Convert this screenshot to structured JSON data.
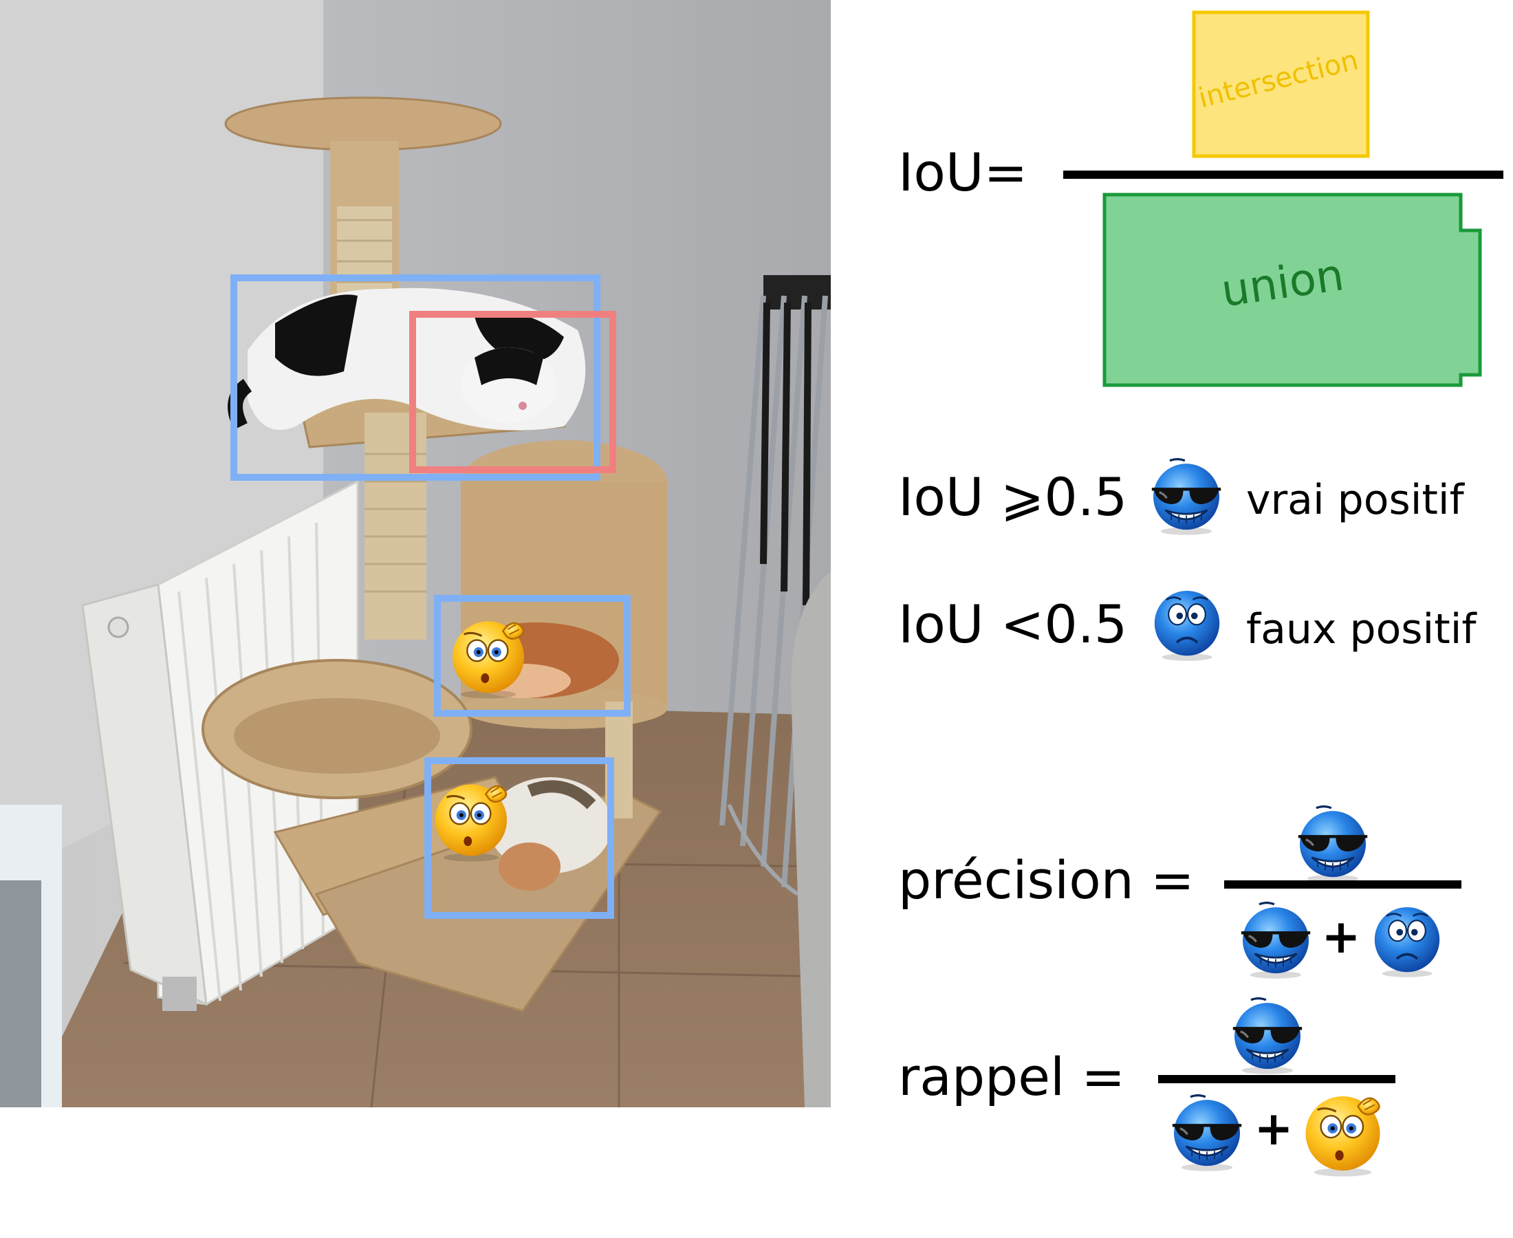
{
  "iou_formula": {
    "lhs": "IoU=",
    "numerator_label": "intersection",
    "denominator_label": "union"
  },
  "thresholds": [
    {
      "condition": "IoU ⩾0.5",
      "emoji": "cool-sunglasses-emoji",
      "label": "vrai positif"
    },
    {
      "condition": "IoU <0.5",
      "emoji": "worried-emoji",
      "label": "faux positif"
    }
  ],
  "precision_formula": {
    "lhs": "précision =",
    "numerator": [
      "cool-sunglasses-emoji"
    ],
    "denominator": [
      "cool-sunglasses-emoji",
      "+",
      "worried-emoji"
    ]
  },
  "recall_formula": {
    "lhs": "rappel =",
    "numerator": [
      "cool-sunglasses-emoji"
    ],
    "denominator": [
      "cool-sunglasses-emoji",
      "+",
      "confused-yellow-emoji"
    ]
  },
  "photo": {
    "boxes": [
      {
        "role": "ground-truth",
        "color": "#7fb0f5"
      },
      {
        "role": "prediction",
        "color": "#f08080"
      },
      {
        "role": "ground-truth-missed",
        "color": "#7fb0f5"
      },
      {
        "role": "ground-truth-missed",
        "color": "#7fb0f5"
      }
    ]
  },
  "colors": {
    "ground_truth": "#7fb0f5",
    "prediction": "#f08080",
    "intersection_fill": "#fde47c",
    "intersection_stroke": "#f5c800",
    "intersection_text": "#f0c000",
    "union_fill": "#80d395",
    "union_stroke": "#1a9a3a",
    "union_text": "#1a7a2a"
  }
}
